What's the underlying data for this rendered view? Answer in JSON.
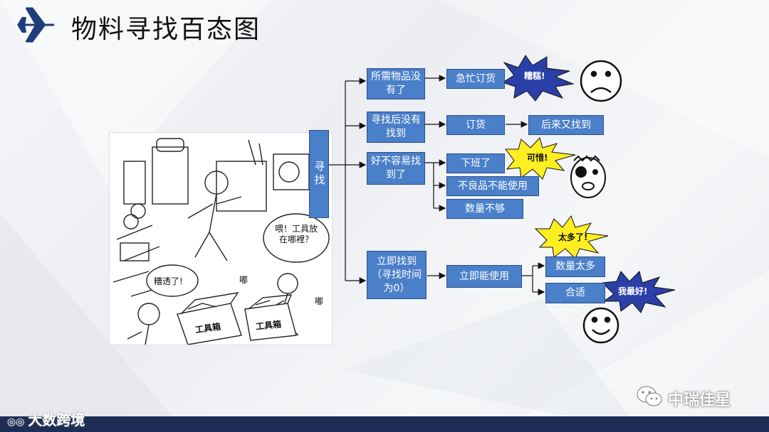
{
  "header": {
    "title": "物料寻找百态图"
  },
  "illustration": {
    "speech_bubble": "喂！工具放在哪裡？",
    "bubble_sorry": "糟透了!",
    "sound1": "嘟",
    "sound2": "嘟",
    "box1": "工具箱",
    "box2": "工具箱"
  },
  "diagram": {
    "root": "寻找",
    "branches": [
      {
        "label": "所需物品没有了",
        "next": [
          "急忙订货"
        ],
        "exclaim": "糟糕!"
      },
      {
        "label": "寻找后没有找到",
        "next": [
          "订货",
          "后来又找到"
        ]
      },
      {
        "label": "好不容易找到了",
        "next": [
          "下班了",
          "不良品不能使用",
          "数量不够"
        ],
        "exclaim": "可惜!"
      },
      {
        "label": "立即找到（寻找时间为0）",
        "next": [
          "立即能使用"
        ],
        "sub": [
          "数量太多",
          "合适"
        ],
        "exclaim": [
          "太多了!",
          "我最好!"
        ]
      }
    ]
  },
  "footer": {
    "left_brand": "大数跨境",
    "right_brand": "中瑞佳星"
  },
  "colors": {
    "box_fill": "#4a7fc9",
    "bottom_bar": "#1d2d55",
    "burst_blue": "#2b3fa8",
    "burst_yellow": "#ffee22"
  }
}
